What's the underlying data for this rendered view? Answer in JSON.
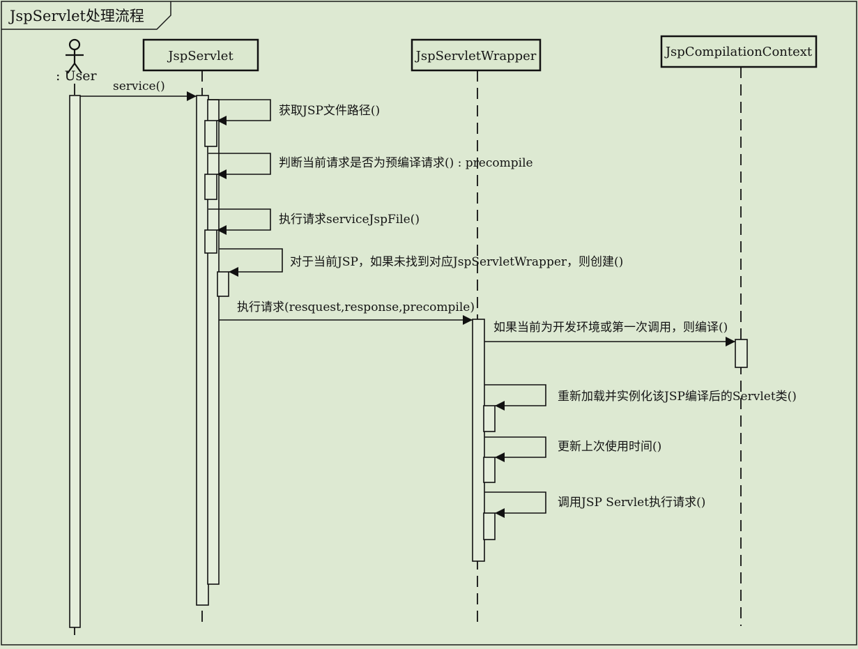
{
  "frame": {
    "title": "JspServlet处理流程"
  },
  "actor": {
    "label": ": User"
  },
  "lifelines": [
    {
      "id": "jspservlet",
      "label": "JspServlet"
    },
    {
      "id": "wrapper",
      "label": "JspServletWrapper"
    },
    {
      "id": "context",
      "label": "JspCompilationContext"
    }
  ],
  "messages": [
    {
      "id": "service",
      "label": "service()"
    },
    {
      "id": "get-path",
      "label": "获取JSP文件路径()"
    },
    {
      "id": "is-precompile",
      "label": "判断当前请求是否为预编译请求() : precompile"
    },
    {
      "id": "service-jsp-file",
      "label": "执行请求serviceJspFile()"
    },
    {
      "id": "create-wrapper",
      "label": "对于当前JSP，如果未找到对应JspServletWrapper，则创建()"
    },
    {
      "id": "wrapper-service",
      "label": "执行请求(resquest,response,precompile)"
    },
    {
      "id": "compile",
      "label": "如果当前为开发环境或第一次调用，则编译()"
    },
    {
      "id": "reload",
      "label": "重新加载并实例化该JSP编译后的Servlet类()"
    },
    {
      "id": "update-time",
      "label": "更新上次使用时间()"
    },
    {
      "id": "invoke-servlet",
      "label": "调用JSP Servlet执行请求()"
    }
  ],
  "colors": {
    "background": "#dde9d2",
    "stroke": "#1a1a1a",
    "box_fill": "#dbe8cf"
  }
}
